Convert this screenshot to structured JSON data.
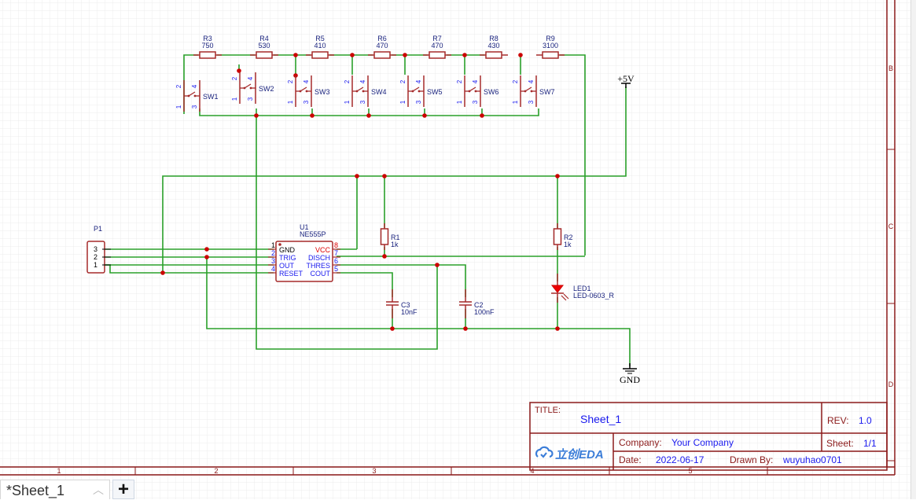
{
  "colors": {
    "wire": "#2aa02a",
    "component": "#a52a2a",
    "pin_text": "#0000cc",
    "junction": "#cc0000",
    "border": "#8b1a1a",
    "grid": "#ececec",
    "vcc_label": "#e00000"
  },
  "resistors_top": [
    {
      "ref": "R3",
      "value": "750"
    },
    {
      "ref": "R4",
      "value": "530"
    },
    {
      "ref": "R5",
      "value": "410"
    },
    {
      "ref": "R6",
      "value": "470"
    },
    {
      "ref": "R7",
      "value": "470"
    },
    {
      "ref": "R8",
      "value": "430"
    },
    {
      "ref": "R9",
      "value": "3100"
    }
  ],
  "switches": [
    {
      "ref": "SW1",
      "pins": [
        "2",
        "4",
        "1",
        "3"
      ]
    },
    {
      "ref": "SW2",
      "pins": [
        "2",
        "4",
        "1",
        "3"
      ]
    },
    {
      "ref": "SW3",
      "pins": [
        "2",
        "4",
        "1",
        "3"
      ]
    },
    {
      "ref": "SW4",
      "pins": [
        "2",
        "4",
        "1",
        "3"
      ]
    },
    {
      "ref": "SW5",
      "pins": [
        "2",
        "4",
        "1",
        "3"
      ]
    },
    {
      "ref": "SW6",
      "pins": [
        "2",
        "4",
        "1",
        "3"
      ]
    },
    {
      "ref": "SW7",
      "pins": [
        "2",
        "4",
        "1",
        "3"
      ]
    }
  ],
  "power": {
    "vcc": "+5V",
    "gnd": "GND"
  },
  "connector": {
    "ref": "P1",
    "pins": [
      "3",
      "2",
      "1"
    ]
  },
  "ic": {
    "ref": "U1",
    "part": "NE555P",
    "left_pins": [
      {
        "num": "1",
        "name": "GND"
      },
      {
        "num": "2",
        "name": "TRIG"
      },
      {
        "num": "3",
        "name": "OUT"
      },
      {
        "num": "4",
        "name": "RESET"
      }
    ],
    "right_pins": [
      {
        "num": "8",
        "name": "VCC"
      },
      {
        "num": "7",
        "name": "DISCH"
      },
      {
        "num": "6",
        "name": "THRES"
      },
      {
        "num": "5",
        "name": "COUT"
      }
    ]
  },
  "r1": {
    "ref": "R1",
    "value": "1k"
  },
  "r2": {
    "ref": "R2",
    "value": "1k"
  },
  "c3": {
    "ref": "C3",
    "value": "10nF"
  },
  "c2": {
    "ref": "C2",
    "value": "100nF"
  },
  "led": {
    "ref": "LED1",
    "value": "LED-0603_R"
  },
  "frame": {
    "col_labels": [
      "1",
      "2",
      "3",
      "4",
      "5"
    ],
    "row_labels": [
      "B",
      "C",
      "D"
    ]
  },
  "title_block": {
    "title_label": "TITLE:",
    "title": "Sheet_1",
    "rev_label": "REV:",
    "rev": "1.0",
    "company_label": "Company:",
    "company": "Your Company",
    "sheet_label": "Sheet:",
    "sheet": "1/1",
    "date_label": "Date:",
    "date": "2022-06-17",
    "drawn_label": "Drawn By:",
    "drawn_by": "wuyuhao0701",
    "logo": "立创EDA"
  },
  "tabs": [
    {
      "label": "*Sheet_1",
      "active": true
    }
  ],
  "add_tab_label": "+"
}
